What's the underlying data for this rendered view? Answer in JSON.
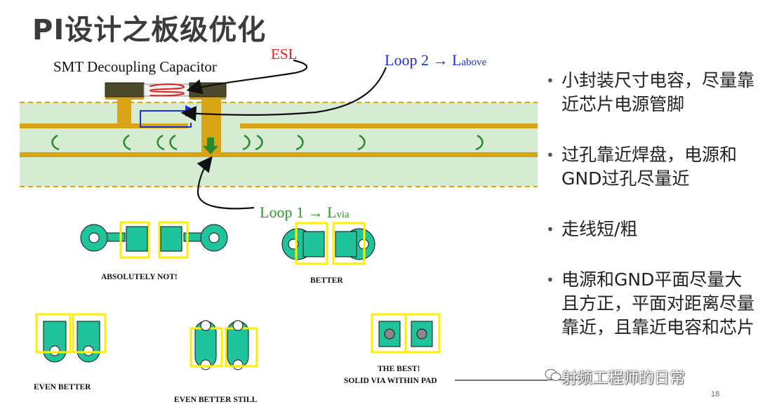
{
  "title": "PI设计之板级优化",
  "diagram": {
    "capacitor_label": "SMT Decoupling Capacitor",
    "esl_label": "ESL",
    "loop2_label": "Loop 2 → L",
    "loop2_sub": "above",
    "loop1_label": "Loop 1 → L",
    "loop1_sub": "via",
    "variants": {
      "absolutely_not": "ABSOLUTELY NOT!",
      "better": "BETTER",
      "even_better": "EVEN BETTER",
      "even_better_still": "EVEN BETTER STILL",
      "the_best_line1": "THE BEST!",
      "the_best_line2": "SOLID VIA WITHIN PAD"
    },
    "colors": {
      "esl": "#e02020",
      "loop2": "#1a2fd0",
      "loop1": "#2a9a2a",
      "copper": "#d9a316",
      "board": "#d5ecd3",
      "pad": "#1fc49c",
      "highlight": "#ffee00"
    }
  },
  "bullets": [
    "小封装尺寸电容，尽量靠近芯片电源管脚",
    "过孔靠近焊盘，电源和GND过孔尽量近",
    "走线短/粗",
    "电源和GND平面尽量大且方正，平面对距离尽量靠近，且靠近电容和芯片"
  ],
  "watermark": "射频工程师的日常",
  "page_number": "18"
}
